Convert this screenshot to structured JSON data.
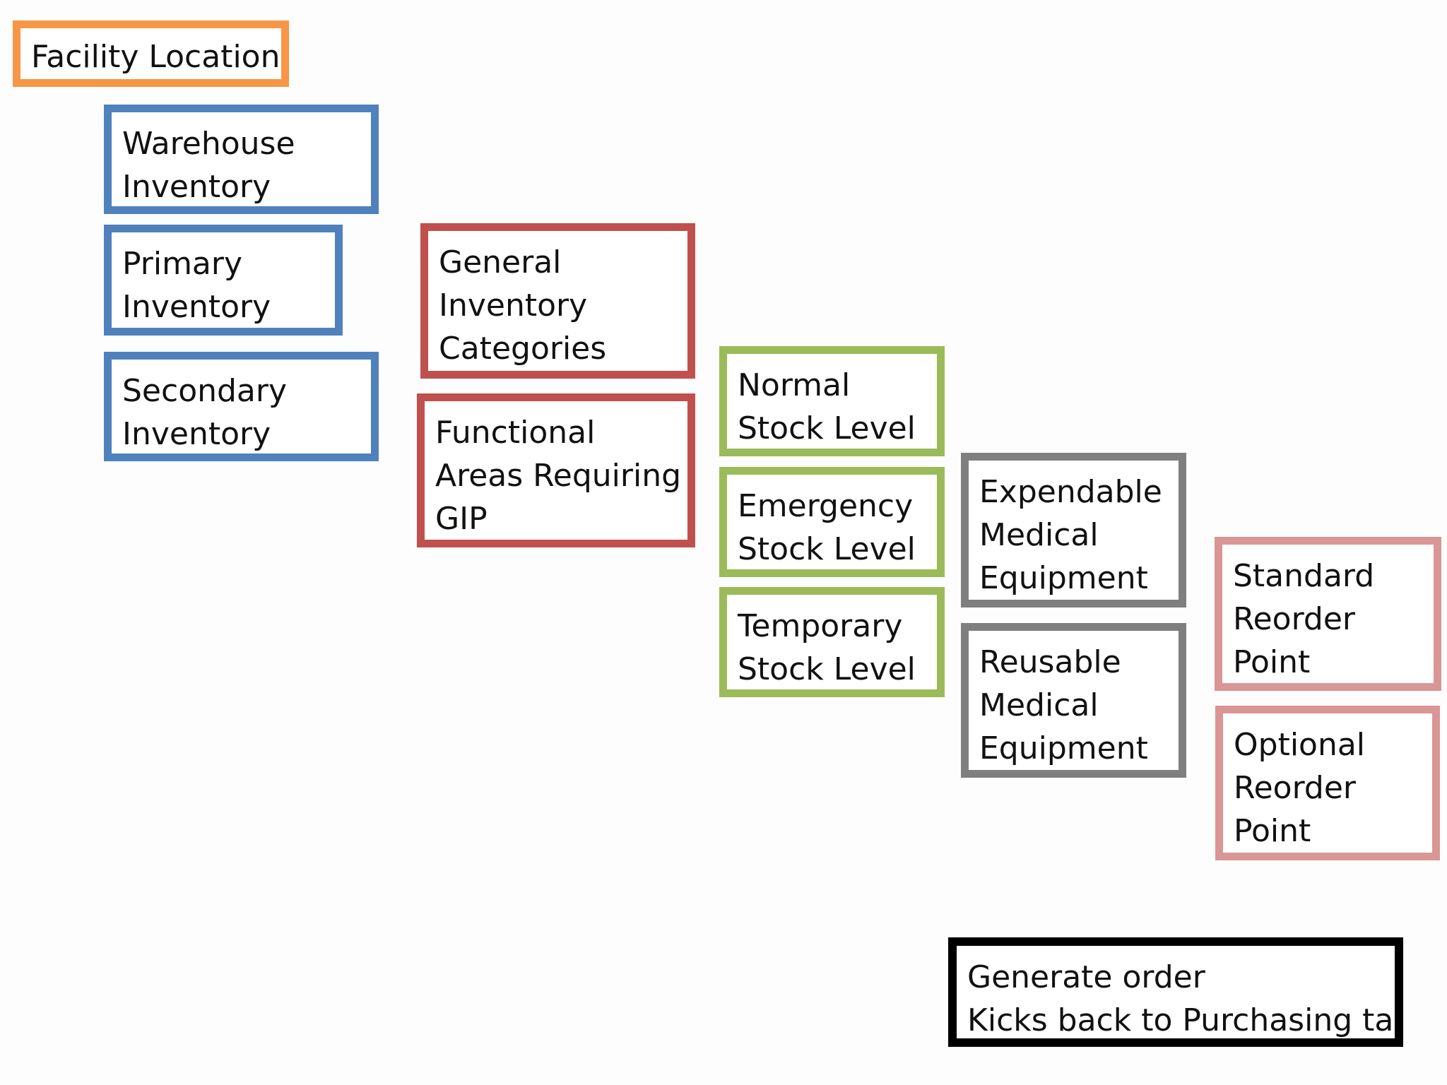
{
  "colors": {
    "facility": "#F79646",
    "inventory": "#4F81BD",
    "categories": "#C0504D",
    "stock_levels": "#9BBB59",
    "equipment": "#7F7F7F",
    "reorder_points": "#D99694",
    "order": "#000000"
  },
  "facility": {
    "lines": [
      "Facility Location"
    ]
  },
  "inventory": [
    {
      "lines": [
        "Warehouse",
        "Inventory"
      ]
    },
    {
      "lines": [
        "Primary",
        "Inventory"
      ]
    },
    {
      "lines": [
        "Secondary",
        "Inventory"
      ]
    }
  ],
  "categories": [
    {
      "lines": [
        "General",
        "Inventory",
        "Categories"
      ]
    },
    {
      "lines": [
        "Functional",
        "Areas Requiring",
        "GIP"
      ]
    }
  ],
  "stock_levels": [
    {
      "lines": [
        "Normal",
        "Stock Level"
      ]
    },
    {
      "lines": [
        "Emergency",
        "Stock Level"
      ]
    },
    {
      "lines": [
        "Temporary",
        "Stock Level"
      ]
    }
  ],
  "equipment": [
    {
      "lines": [
        "Expendable",
        "Medical",
        "Equipment"
      ]
    },
    {
      "lines": [
        "Reusable",
        "Medical",
        "Equipment"
      ]
    }
  ],
  "reorder_points": [
    {
      "lines": [
        "Standard",
        "Reorder",
        "Point"
      ]
    },
    {
      "lines": [
        "Optional",
        "Reorder",
        "Point"
      ]
    }
  ],
  "order": {
    "lines": [
      "Generate order",
      "Kicks back to Purchasing tab"
    ]
  }
}
